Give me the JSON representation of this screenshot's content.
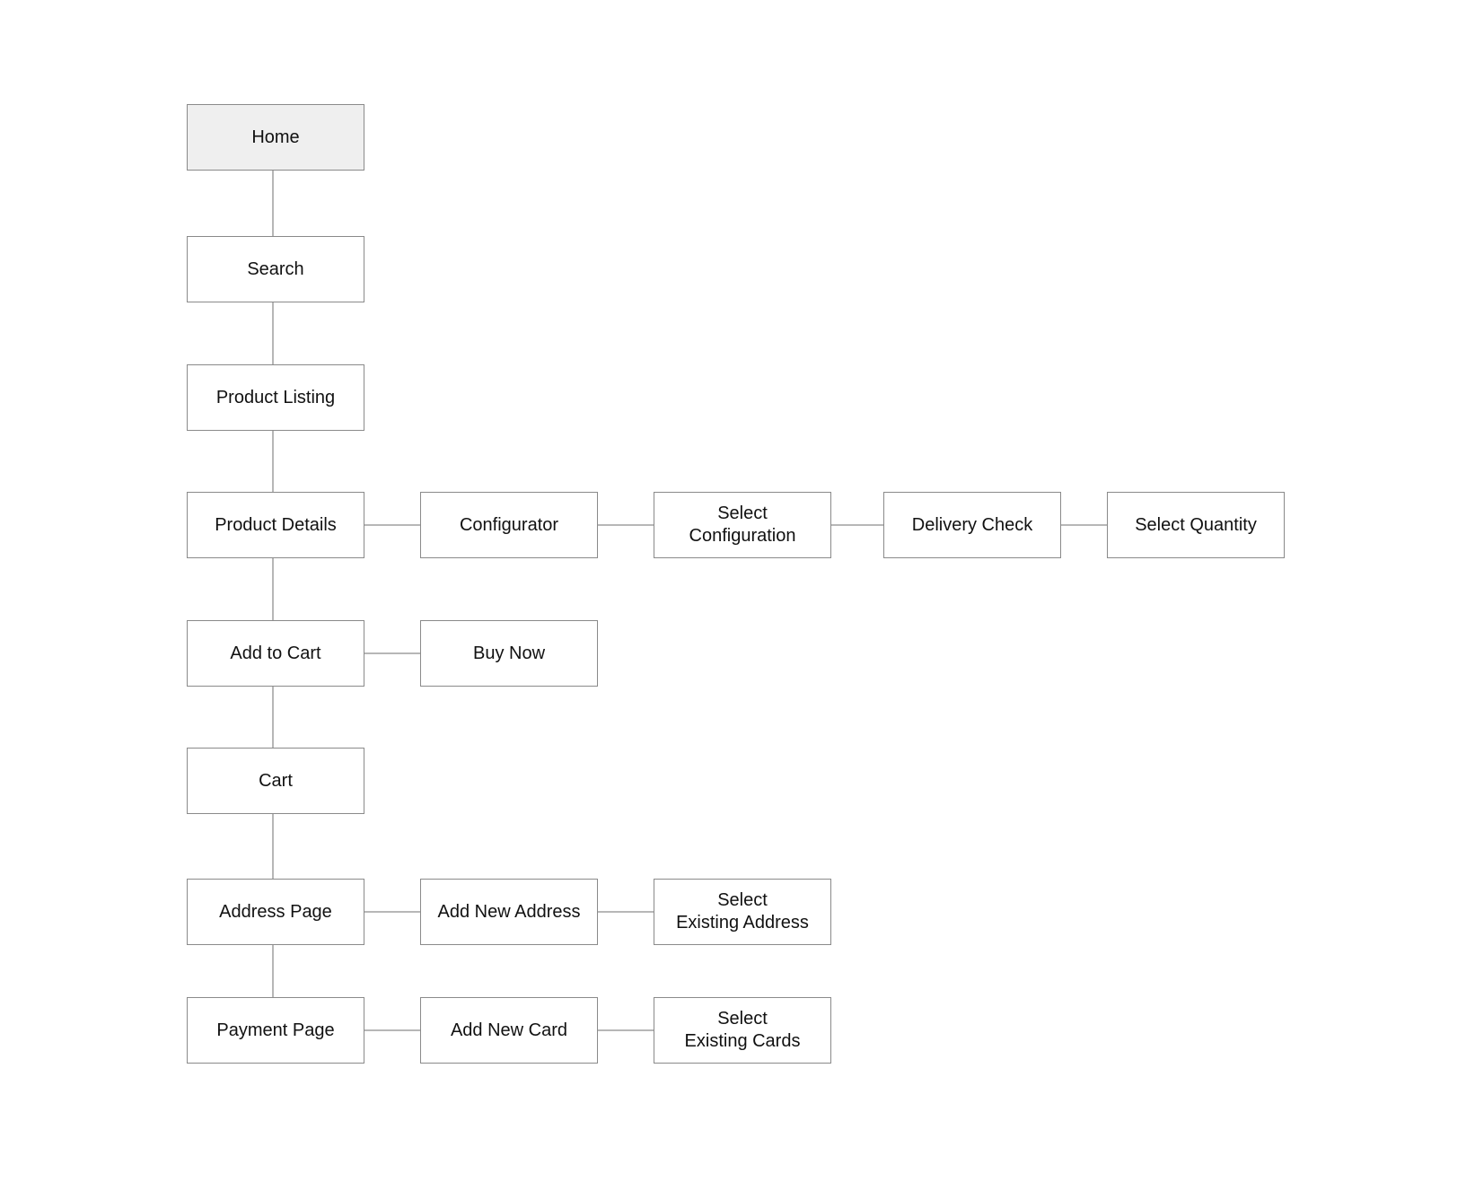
{
  "diagram": {
    "nodes": {
      "home": "Home",
      "search": "Search",
      "product_listing": "Product Listing",
      "product_details": "Product Details",
      "configurator": "Configurator",
      "select_configuration": "Select\nConfiguration",
      "delivery_check": "Delivery Check",
      "select_quantity": "Select Quantity",
      "add_to_cart": "Add to Cart",
      "buy_now": "Buy Now",
      "cart": "Cart",
      "address_page": "Address Page",
      "add_new_address": "Add New Address",
      "select_existing_address": "Select\nExisting Address",
      "payment_page": "Payment Page",
      "add_new_card": "Add New Card",
      "select_existing_cards": "Select\nExisting Cards"
    },
    "edges": [
      [
        "home",
        "search"
      ],
      [
        "search",
        "product_listing"
      ],
      [
        "product_listing",
        "product_details"
      ],
      [
        "product_details",
        "configurator"
      ],
      [
        "configurator",
        "select_configuration"
      ],
      [
        "select_configuration",
        "delivery_check"
      ],
      [
        "delivery_check",
        "select_quantity"
      ],
      [
        "product_details",
        "add_to_cart"
      ],
      [
        "add_to_cart",
        "buy_now"
      ],
      [
        "add_to_cart",
        "cart"
      ],
      [
        "cart",
        "address_page"
      ],
      [
        "address_page",
        "add_new_address"
      ],
      [
        "add_new_address",
        "select_existing_address"
      ],
      [
        "address_page",
        "payment_page"
      ],
      [
        "payment_page",
        "add_new_card"
      ],
      [
        "add_new_card",
        "select_existing_cards"
      ]
    ],
    "home_fill": "#efefef",
    "border_color": "#8a8a8a",
    "line_color": "#6f6f6f"
  }
}
